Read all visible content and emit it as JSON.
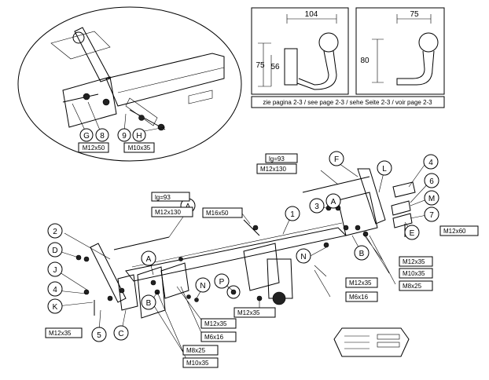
{
  "diagram": {
    "dimensions": {
      "tl_width": "104",
      "tl_height_outer": "75",
      "tl_height_inner": "56",
      "tr_width": "75",
      "tr_height": "80"
    },
    "page_ref": "zie pagina 2-3 / see page 2-3 / sehe Seite 2-3 / voir page 2-3",
    "detail_labels": {
      "G": "G",
      "eight": "8",
      "nine": "9",
      "H": "H",
      "m12x50": "M12x50",
      "m10x35": "M10x35"
    },
    "callouts": {
      "one": "1",
      "two": "2",
      "three": "3",
      "four_left": "4",
      "four_right": "4",
      "five": "5",
      "six": "6",
      "seven": "7",
      "A1": "A",
      "A2": "A",
      "A3": "A",
      "B1": "B",
      "B2": "B",
      "C": "C",
      "D": "D",
      "E": "E",
      "F": "F",
      "J": "J",
      "K": "K",
      "L": "L",
      "M": "M",
      "N1": "N",
      "N2": "N",
      "P": "P"
    },
    "bolt_labels": {
      "lg93_top": "lg=93",
      "m12x130_top": "M12x130",
      "lg93_left": "lg=93",
      "m12x130_left": "M12x130",
      "m16x50": "M16x50",
      "m12x60": "M12x60",
      "m12x35_r": "M12x35",
      "m10x35_r": "M10x35",
      "m8x25_r": "M8x25",
      "m12x35_mid": "M12x35",
      "m6x16_mid": "M6x16",
      "m12x35_center": "M12x35",
      "m12x35_bl": "M12x35",
      "m6x16_bl": "M6x16",
      "m8x25_bl": "M8x25",
      "m10x35_bl": "M10x35",
      "m12x35_left": "M12x35"
    }
  }
}
